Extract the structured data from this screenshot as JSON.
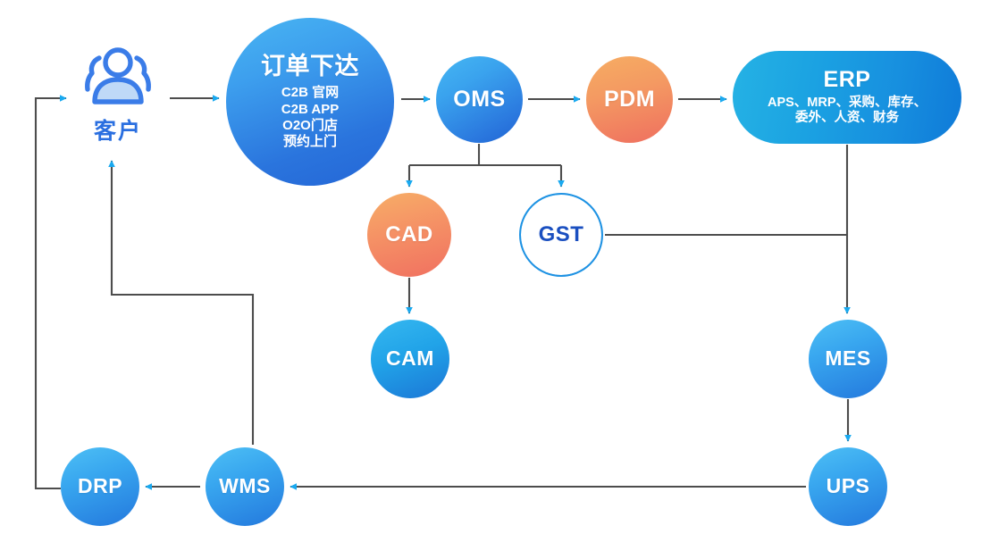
{
  "diagram": {
    "title": "",
    "colors": {
      "arrow_line": "#4d4d4d",
      "arrow_head": "#19a9f0",
      "blue": "#2a77de",
      "cyan": "#1ba2e2",
      "orange": "#f2875f",
      "gst_border": "#1e92e3",
      "gst_text": "#1a4fc0",
      "customer_text": "#2a6fe0"
    },
    "nodes": [
      {
        "id": "customer",
        "label": "客户",
        "shape": "icon",
        "icon": "users-group-icon"
      },
      {
        "id": "order",
        "label": "订单下达",
        "shape": "circle",
        "fill": "blue",
        "sublines": [
          "C2B 官网",
          "C2B APP",
          "O2O门店",
          "预约上门"
        ]
      },
      {
        "id": "oms",
        "label": "OMS",
        "shape": "circle",
        "fill": "blue",
        "sublines": []
      },
      {
        "id": "pdm",
        "label": "PDM",
        "shape": "circle",
        "fill": "orange",
        "sublines": []
      },
      {
        "id": "erp",
        "label": "ERP",
        "shape": "rounded-rect",
        "fill": "cyan",
        "sublines": [
          "APS、MRP、采购、库存、",
          "委外、人资、财务"
        ]
      },
      {
        "id": "cad",
        "label": "CAD",
        "shape": "circle",
        "fill": "orange",
        "sublines": []
      },
      {
        "id": "gst",
        "label": "GST",
        "shape": "circle-outline",
        "fill": "white",
        "sublines": []
      },
      {
        "id": "cam",
        "label": "CAM",
        "shape": "circle",
        "fill": "cyan",
        "sublines": []
      },
      {
        "id": "mes",
        "label": "MES",
        "shape": "circle",
        "fill": "blue",
        "sublines": []
      },
      {
        "id": "ups",
        "label": "UPS",
        "shape": "circle",
        "fill": "blue",
        "sublines": []
      },
      {
        "id": "wms",
        "label": "WMS",
        "shape": "circle",
        "fill": "blue",
        "sublines": []
      },
      {
        "id": "drp",
        "label": "DRP",
        "shape": "circle",
        "fill": "blue",
        "sublines": []
      }
    ],
    "edges": [
      {
        "from": "drp",
        "to": "customer",
        "style": "orthogonal",
        "arrow": true
      },
      {
        "from": "customer",
        "to": "order",
        "style": "straight",
        "arrow": true
      },
      {
        "from": "order",
        "to": "oms",
        "style": "straight",
        "arrow": true
      },
      {
        "from": "oms",
        "to": "pdm",
        "style": "straight",
        "arrow": true
      },
      {
        "from": "pdm",
        "to": "erp",
        "style": "straight",
        "arrow": true
      },
      {
        "from": "oms",
        "to": "cad",
        "style": "branch",
        "arrow": true
      },
      {
        "from": "oms",
        "to": "gst",
        "style": "branch",
        "arrow": true
      },
      {
        "from": "cad",
        "to": "cam",
        "style": "straight",
        "arrow": true
      },
      {
        "from": "gst",
        "to": "erp-bus",
        "style": "straight",
        "arrow": false
      },
      {
        "from": "erp",
        "to": "mes",
        "style": "straight",
        "arrow": true
      },
      {
        "from": "mes",
        "to": "ups",
        "style": "straight",
        "arrow": true
      },
      {
        "from": "ups",
        "to": "wms",
        "style": "straight",
        "arrow": true
      },
      {
        "from": "wms",
        "to": "drp",
        "style": "straight",
        "arrow": true
      },
      {
        "from": "wms",
        "to": "customer",
        "style": "orthogonal",
        "arrow": true
      }
    ]
  }
}
